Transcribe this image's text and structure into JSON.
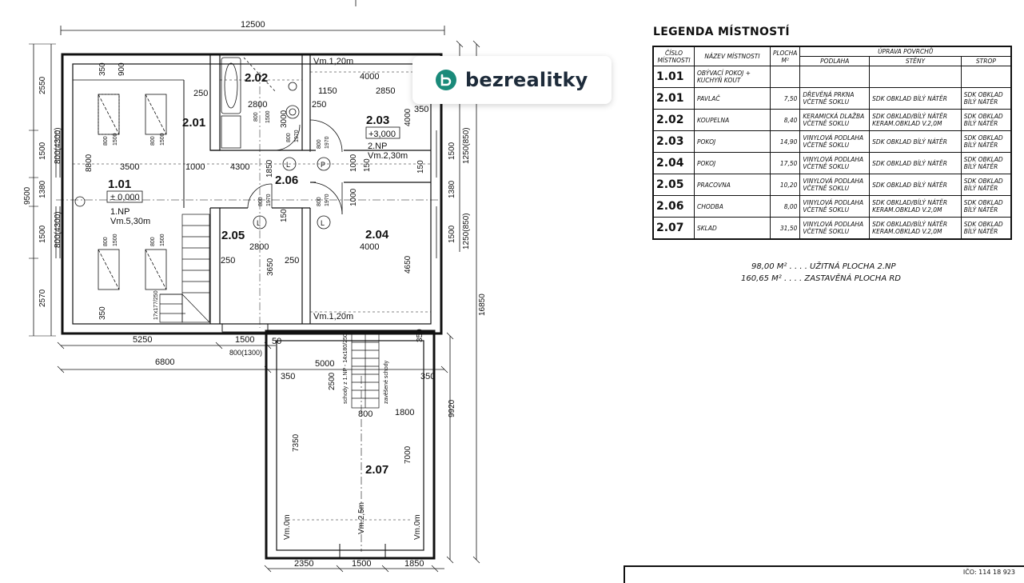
{
  "brand": {
    "name": "bezrealitky",
    "color": "#1a8a7a"
  },
  "plan": {
    "dims": {
      "top_total": "12500",
      "left_2550": "2550",
      "left_1500a": "1500",
      "left_800_4300a": "800(4300)",
      "left_9500": "9500",
      "left_1380": "1380",
      "left_1500b": "1500",
      "left_800_4300b": "800(4300)",
      "left_2570": "2570",
      "d8800": "8800",
      "d350a": "350",
      "d900": "900",
      "d350b": "350",
      "d3500": "3500",
      "d1000a": "1000",
      "d4300": "4300",
      "d250a": "250",
      "d2800a": "2800",
      "d3000": "3000",
      "d1150": "1150",
      "d2850": "2850",
      "d4000a": "4000",
      "d250b": "250",
      "d350c": "350",
      "d4000v": "4000",
      "d1000b": "1000",
      "d150a": "150",
      "d150b": "150",
      "d1850": "1850",
      "d1000c": "1000",
      "d150c": "150",
      "d2800b": "2800",
      "d250c": "250",
      "d250d": "250",
      "d3650": "3650",
      "d4000b": "4000",
      "d4650": "4650",
      "right_1500a": "1500",
      "right_1250_850a": "1250(850)",
      "right_1380": "1380",
      "right_1500b": "1500",
      "right_1250_850b": "1250(850)",
      "right_16850": "16850",
      "b5250": "5250",
      "b1500": "1500",
      "b800_1300": "800(1300)",
      "b6800": "6800",
      "b50": "50",
      "c350a": "350",
      "c5000": "5000",
      "c2500": "2500",
      "c350b": "350",
      "c350c": "350",
      "c800": "800",
      "c1800": "1800",
      "c9920": "9920",
      "c7350": "7350",
      "c7000": "7000",
      "c2350": "2350",
      "c1500": "1500",
      "c1850": "1850",
      "w800_1500": "800",
      "w1500": "1500",
      "w800_1970": "800",
      "w1970": "1970",
      "stair_note": "17x177/250",
      "stair_lower": "schody z 1.NP - 14x180/250",
      "attic_stair": "zavěšené schody",
      "vm_120a": "Vm.1,20m",
      "vm_120b": "Vm.1,20m",
      "vm_0a": "Vm.0m",
      "vm_0b": "Vm.0m",
      "vm_25": "Vm.2,5m"
    },
    "rooms": {
      "r101": {
        "no": "1.01",
        "level": "± 0,000",
        "floor": "1.NP",
        "height": "Vm.5,30m"
      },
      "r201": {
        "no": "2.01"
      },
      "r202": {
        "no": "2.02"
      },
      "r203": {
        "no": "2.03",
        "level": "+3,000",
        "floor": "2.NP",
        "height": "Vm.2,30m"
      },
      "r204": {
        "no": "2.04"
      },
      "r205": {
        "no": "2.05"
      },
      "r206": {
        "no": "2.06"
      },
      "r207": {
        "no": "2.07"
      }
    },
    "door_marks": {
      "L": "L",
      "P": "P"
    }
  },
  "legend": {
    "title": "LEGENDA  MÍSTNOSTÍ",
    "headers": {
      "cislo": "ČÍSLO MÍSTNOSTI",
      "nazev": "NÁZEV MÍSTNOSTI",
      "plocha": "PLOCHA M²",
      "uprava": "ÚPRAVA POVRCHŮ",
      "podlaha": "PODLAHA",
      "steny": "STĚNY",
      "strop": "STROP"
    },
    "rows": [
      {
        "no": "1.01",
        "name": "OBÝVACÍ POKOJ + KUCHYŇ KOUT",
        "area": "",
        "floor": "",
        "walls": "",
        "ceiling": ""
      },
      {
        "no": "2.01",
        "name": "PAVLAČ",
        "area": "7,50",
        "floor": "DŘEVĚNÁ PRKNA VČETNĚ SOKLU",
        "walls": "SDK OBKLAD BÍLÝ NÁTĚR",
        "ceiling": "SDK OBKLAD BÍLÝ NÁTĚR"
      },
      {
        "no": "2.02",
        "name": "KOUPELNA",
        "area": "8,40",
        "floor": "KERAMICKÁ DLAŽBA VČETNĚ SOKLU",
        "walls": "SDK OBKLAD/BÍLÝ NÁTĚR KERAM.OBKLAD V.2,0M",
        "ceiling": "SDK OBKLAD BÍLÝ NÁTĚR"
      },
      {
        "no": "2.03",
        "name": "POKOJ",
        "area": "14,90",
        "floor": "VINYLOVÁ PODLAHA VČETNĚ SOKLU",
        "walls": "SDK OBKLAD BÍLÝ NÁTĚR",
        "ceiling": "SDK OBKLAD BÍLÝ NÁTĚR"
      },
      {
        "no": "2.04",
        "name": "POKOJ",
        "area": "17,50",
        "floor": "VINYLOVÁ PODLAHA VČETNĚ SOKLU",
        "walls": "SDK OBKLAD BÍLÝ NÁTĚR",
        "ceiling": "SDK OBKLAD BÍLÝ NÁTĚR"
      },
      {
        "no": "2.05",
        "name": "PRACOVNA",
        "area": "10,20",
        "floor": "VINYLOVÁ PODLAHA VČETNĚ SOKLU",
        "walls": "SDK OBKLAD BÍLÝ NÁTĚR",
        "ceiling": "SDK OBKLAD BÍLÝ NÁTĚR"
      },
      {
        "no": "2.06",
        "name": "CHODBA",
        "area": "8,00",
        "floor": "VINYLOVÁ PODLAHA VČETNĚ SOKLU",
        "walls": "SDK OBKLAD/BÍLÝ NÁTĚR KERAM.OBKLAD V.2,0M",
        "ceiling": "SDK OBKLAD BÍLÝ NÁTĚR"
      },
      {
        "no": "2.07",
        "name": "SKLAD",
        "area": "31,50",
        "floor": "VINYLOVÁ PODLAHA VČETNĚ SOKLU",
        "walls": "SDK OBKLAD/BÍLÝ NÁTĚR KERAM.OBKLAD V.2,0M",
        "ceiling": "SDK OBKLAD BÍLÝ NÁTĚR"
      }
    ],
    "summary_1": "98,00 M² . . . .  UŽITNÁ  PLOCHA 2.NP",
    "summary_2": "160,65 M² . . . .  ZASTAVĚNÁ PLOCHA RD"
  },
  "titleblock": {
    "ico": "IČO:  114  18  923"
  }
}
